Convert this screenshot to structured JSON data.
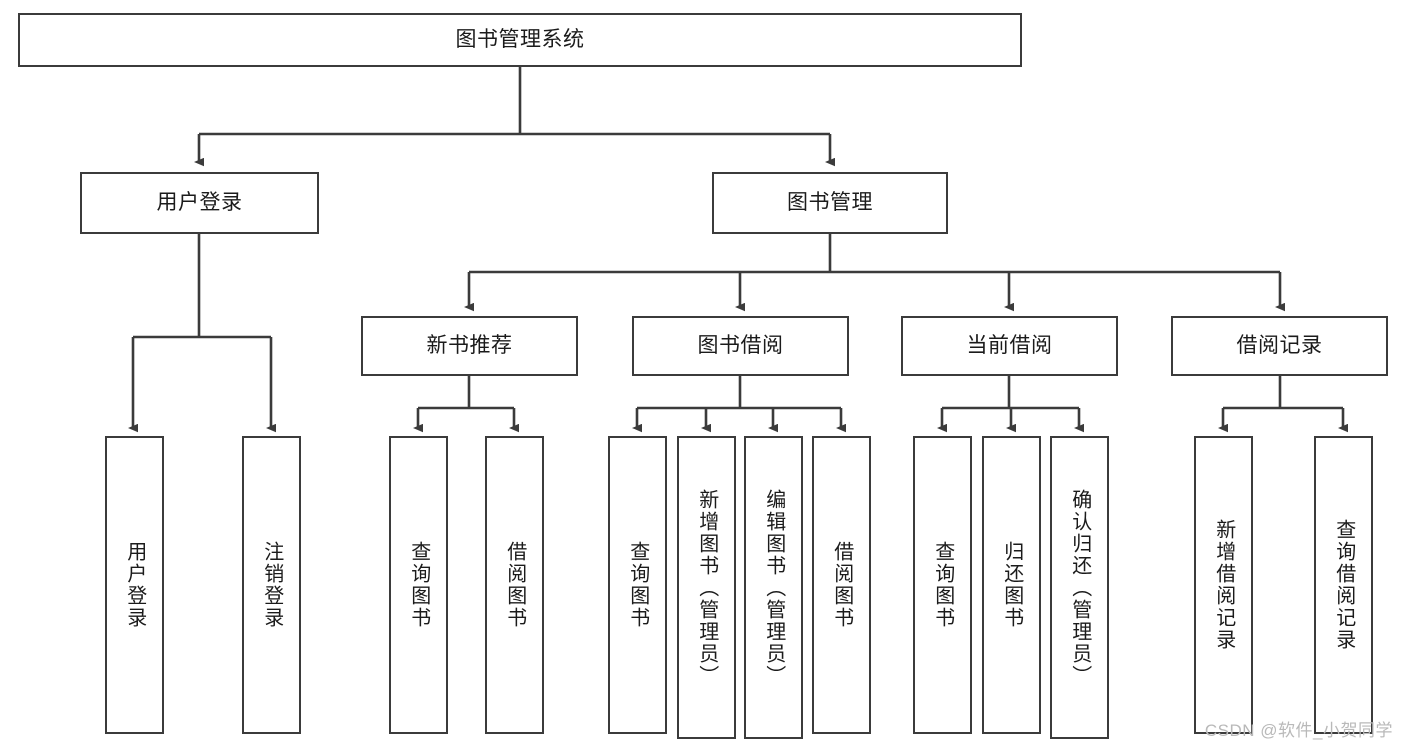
{
  "diagram": {
    "type": "tree",
    "title": "图书管理系统",
    "root": {
      "label": "图书管理系统"
    },
    "level2": [
      {
        "label": "用户登录"
      },
      {
        "label": "图书管理"
      }
    ],
    "level3": [
      {
        "label": "新书推荐"
      },
      {
        "label": "图书借阅"
      },
      {
        "label": "当前借阅"
      },
      {
        "label": "借阅记录"
      }
    ],
    "leaves": {
      "user_login": [
        {
          "label": "用户登录"
        },
        {
          "label": "注销登录"
        }
      ],
      "new_book_recommend": [
        {
          "label": "查询图书"
        },
        {
          "label": "借阅图书"
        }
      ],
      "book_borrow": [
        {
          "label": "查询图书"
        },
        {
          "label": "新增图书（管理员）"
        },
        {
          "label": "编辑图书（管理员）"
        },
        {
          "label": "借阅图书"
        }
      ],
      "current_borrow": [
        {
          "label": "查询图书"
        },
        {
          "label": "归还图书"
        },
        {
          "label": "确认归还（管理员）"
        }
      ],
      "borrow_record": [
        {
          "label": "新增借阅记录"
        },
        {
          "label": "查询借阅记录"
        }
      ]
    }
  },
  "watermark": {
    "text": "CSDN @软件_小贺同学"
  },
  "colors": {
    "border": "#3b3b3b",
    "background": "#ffffff",
    "text": "#1b1b1b",
    "watermark": "#b9b9b9"
  }
}
